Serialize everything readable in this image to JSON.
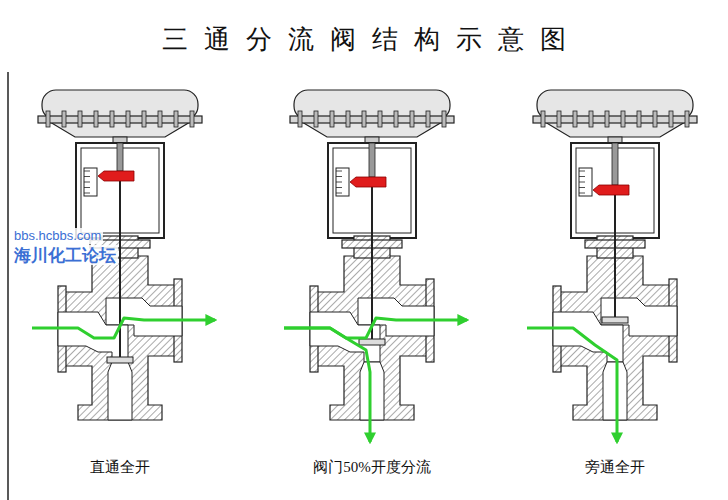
{
  "diagram": {
    "title": "三通分流阀结构示意图",
    "labels": [
      "bbs.hcbbs.com",
      "海川化工论坛",
      "直通全开",
      "阀门50%开度分流",
      "旁通全开"
    ]
  }
}
